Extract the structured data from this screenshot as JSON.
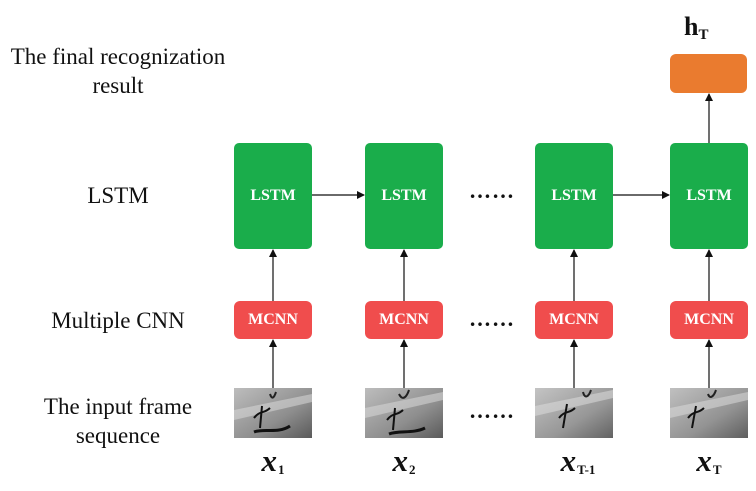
{
  "labels": {
    "result_line1": "The final recognization",
    "result_line2": "result",
    "lstm": "LSTM",
    "cnn": "Multiple CNN",
    "input_line1": "The input frame",
    "input_line2": "sequence"
  },
  "blocks": {
    "lstm_label": "LSTM",
    "mcnn_label": "MCNN",
    "ellipsis": "……"
  },
  "inputs": [
    {
      "var": "x",
      "sub": "1"
    },
    {
      "var": "x",
      "sub": "2"
    },
    {
      "var": "x",
      "sub": "T-1"
    },
    {
      "var": "x",
      "sub": "T"
    }
  ],
  "output": {
    "var": "h",
    "sub": "T"
  },
  "colors": {
    "lstm": "#1aad4b",
    "mcnn": "#f04d4d",
    "output": "#ea7b2f"
  }
}
